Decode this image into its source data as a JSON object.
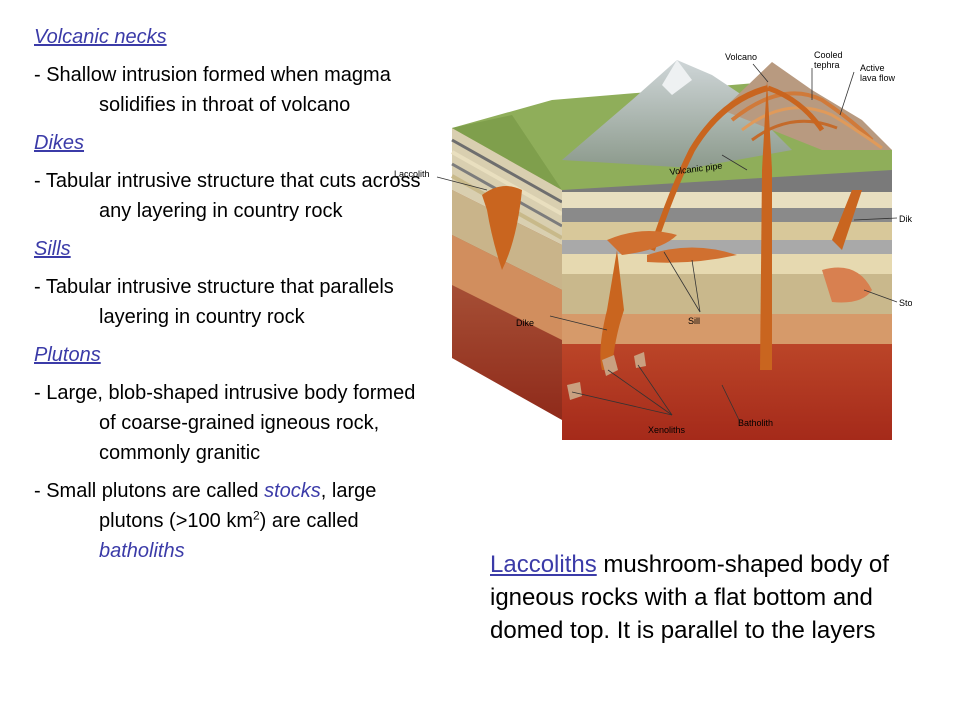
{
  "left_column": {
    "necks_heading": "Volcanic necks",
    "necks_text": "- Shallow intrusion formed when magma solidifies in throat of volcano",
    "dikes_heading": "Dikes",
    "dikes_text": "- Tabular intrusive structure that cuts across any layering in country rock",
    "sills_heading": "Sills",
    "sills_text": "- Tabular intrusive structure that parallels layering in country rock",
    "plutons_heading": "Plutons",
    "plutons_text": "- Large, blob-shaped intrusive body formed of coarse-grained igneous rock, commonly granitic",
    "small_part1": "- Small plutons are called ",
    "stocks": "stocks",
    "small_part2": ", large plutons (>100 km",
    "small_sup": "2",
    "small_part3": ") are called ",
    "batholiths": "batholiths"
  },
  "diagram_labels": {
    "volcano": "Volcano",
    "cooled_tephra_1": "Cooled",
    "cooled_tephra_2": "tephra",
    "active_lava_1": "Active",
    "active_lava_2": "lava flow",
    "laccolith": "Laccolith",
    "volcanic_pipe": "Volcanic pipe",
    "dike_right": "Dike",
    "stock": "Stock",
    "dike_left": "Dike",
    "sill": "Sill",
    "xenoliths": "Xenoliths",
    "batholith": "Batholith"
  },
  "laccolith_text": {
    "term": "Laccoliths",
    "rest": " mushroom-shaped body of igneous rocks with a flat bottom and domed top. It is parallel to the layers"
  }
}
